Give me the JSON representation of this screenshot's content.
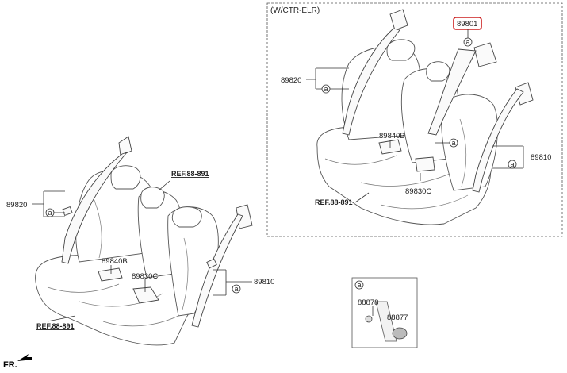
{
  "inset_header": "(W/CTR-ELR)",
  "highlighted_part": "89801",
  "labels": {
    "left_89820": "89820",
    "left_89810": "89810",
    "left_89840b": "89840B",
    "left_89830c": "89830C",
    "left_ref_top": "REF.88-891",
    "left_ref_bottom": "REF.88-891",
    "inset_89820": "89820",
    "inset_89810": "89810",
    "inset_89840b": "89840B",
    "inset_89830c": "89830C",
    "inset_ref": "REF.88-891",
    "detail_88878": "88878",
    "detail_88877": "88877",
    "fr": "FR."
  },
  "callout_letter": "a",
  "colors": {
    "highlight": "#cc1f1f",
    "line": "#333333"
  }
}
